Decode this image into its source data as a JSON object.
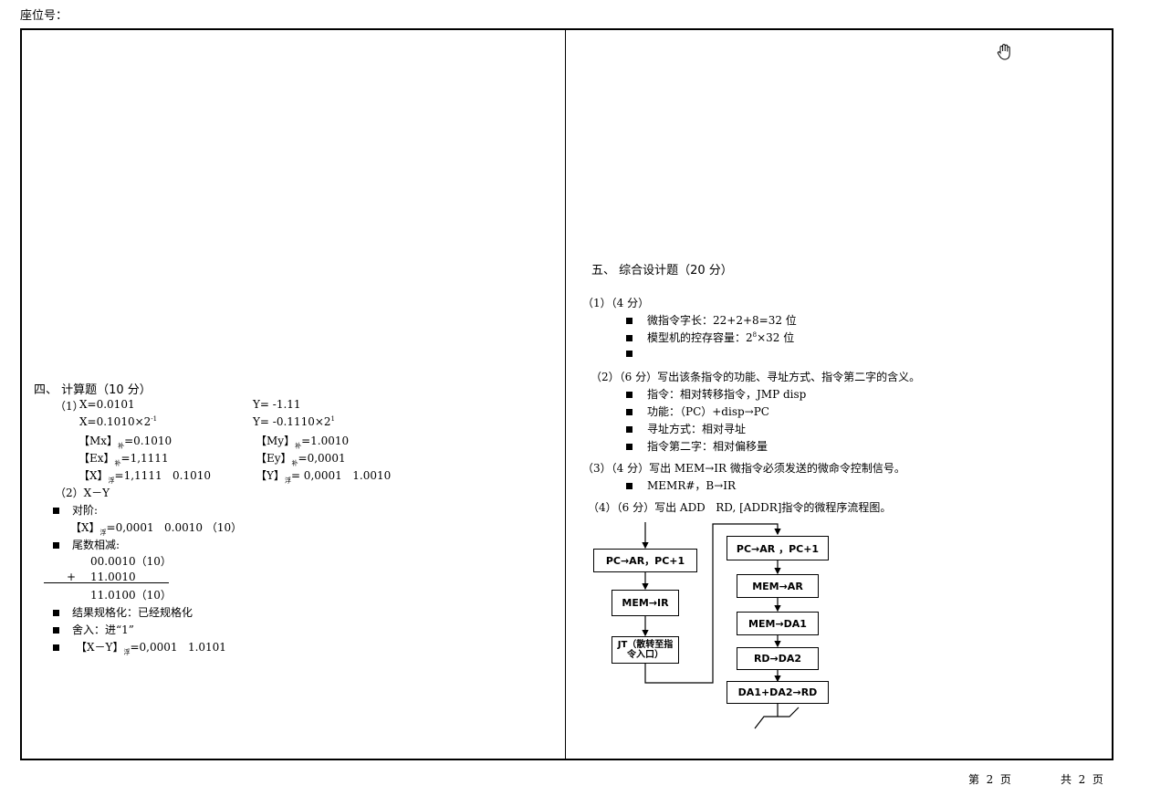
{
  "header": {
    "seat_label": "座位号："
  },
  "left": {
    "section4_title": "四、 计算题（10 分）",
    "p1_label": "（1）",
    "x_line1": "X=0.0101",
    "y_line1": "Y= -1.11",
    "x_line2_base": "X=0.1010×2",
    "x_line2_exp": "-1",
    "y_line2_base": "Y= -0.1110×2",
    "y_line2_exp": "1",
    "mx_label": "【Mx】",
    "mx_sub": "补",
    "mx_val": "=0.1010",
    "my_label": "【My】",
    "my_sub": "补",
    "my_val": "=1.0010",
    "ex_label": "【Ex】",
    "ex_sub": "补",
    "ex_val": "=1,1111",
    "ey_label": "【Ey】",
    "ey_sub": "补",
    "ey_val": "=0,0001",
    "xf_label": "【X】",
    "xf_sub": "浮",
    "xf_val": "=1,1111   0.1010",
    "yf_label": "【Y】",
    "yf_sub": "浮",
    "yf_val": "= 0,0001   1.0010",
    "p2": "（2）X－Y",
    "align_label": "对阶:",
    "align_x_label": "【X】",
    "align_x_sub": "浮",
    "align_x_val": "=0,0001   0.0010 （10）",
    "mant_label": "尾数相减:",
    "calc_line1": "00.0010（10）",
    "calc_plus": "+",
    "calc_line2": "11.0010",
    "calc_result": "11.0100（10）",
    "normalize": "结果规格化：已经规格化",
    "round": "舍入：进“1”",
    "final_label": "【X－Y】",
    "final_sub": "浮",
    "final_val": "=0,0001   1.0101"
  },
  "right": {
    "section5_title": "五、 综合设计题（20 分）",
    "q1": "（1）（4 分）",
    "q1_b1": "微指令字长：22+2+8=32 位",
    "q1_b2_pre": "模型机的控存容量：2",
    "q1_b2_exp": "8",
    "q1_b2_post": "×32 位",
    "q2": "（2）（6 分）写出该条指令的功能、寻址方式、指令第二字的含义。",
    "q2_b1": "指令：相对转移指令，JMP disp",
    "q2_b2": "功能：（PC）+disp→PC",
    "q2_b3": "寻址方式：相对寻址",
    "q2_b4": "指令第二字：相对偏移量",
    "q3": "（3）（4 分）写出 MEM→IR 微指令必须发送的微命令控制信号。",
    "q3_b1": "MEMR#，B→IR",
    "q4": "（4）（6 分）写出 ADD   RD, [ADDR]指令的微程序流程图。",
    "flow": {
      "a1": "PC→AR，PC+1",
      "a2": "MEM→IR",
      "a3": "JT（散转至指令入口）",
      "b1": "PC→AR ，PC+1",
      "b2": "MEM→AR",
      "b3": "MEM→DA1",
      "b4": "RD→DA2",
      "b5": "DA1+DA2→RD"
    }
  },
  "footer": {
    "page": "第  2  页",
    "total": "共  2  页"
  },
  "icons": {
    "cursor": "hand-cursor-icon"
  }
}
